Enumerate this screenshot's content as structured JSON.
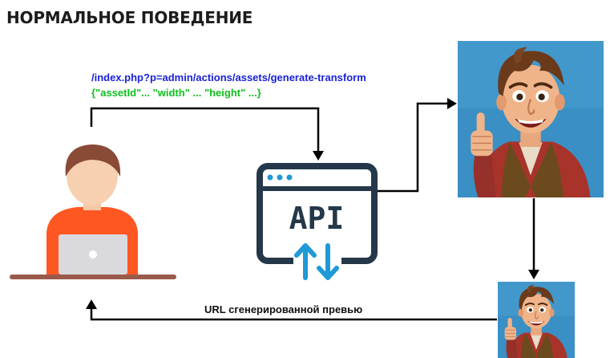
{
  "title": "НОРМАЛЬНОЕ ПОВЕДЕНИЕ",
  "request": {
    "url": "/index.php?p=admin/actions/assets/generate-transform",
    "body": "{\"assetId\"... \"width\" ... \"height\" ...}"
  },
  "api": {
    "label": "API"
  },
  "response": {
    "label": "URL сгенерированной превью"
  },
  "icons": {
    "user": "user-at-laptop-icon",
    "api": "api-window-icon",
    "image": "cartoon-man-thumbs-up-image",
    "thumbnail": "cartoon-man-thumbs-up-thumbnail"
  },
  "colors": {
    "title": "#1c1c1c",
    "url_text": "#1a22d6",
    "json_text": "#0fbf1e",
    "api_icon": "#24384a",
    "api_arrows": "#1f9ad6",
    "user_shirt": "#ff5722",
    "image_bg": "#3a8fc4",
    "robe": "#a8332a"
  }
}
